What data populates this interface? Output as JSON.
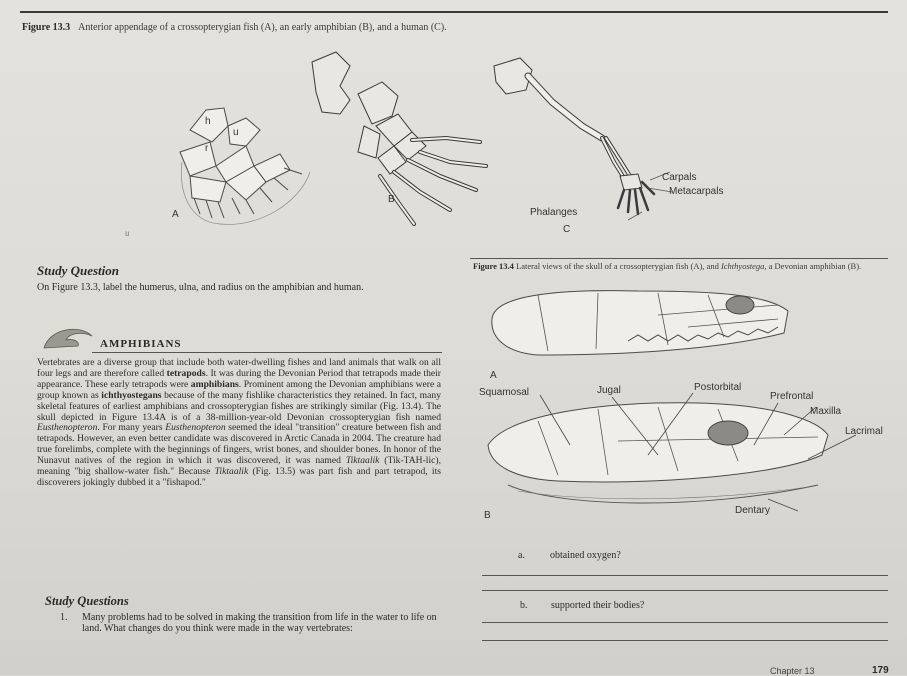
{
  "figure_13_3": {
    "number": "Figure 13.3",
    "caption": "Anterior appendage of a crossopterygian fish (A), an early amphibian (B), and a human (C).",
    "bone_letters": [
      "h",
      "u",
      "r"
    ],
    "labels": {
      "a": "A",
      "b": "B",
      "c": "C",
      "carpals": "Carpals",
      "metacarpals": "Metacarpals",
      "phalanges": "Phalanges"
    }
  },
  "pencil_mark": "u",
  "study_question": {
    "title": "Study Question",
    "text": "On Figure 13.3, label the humerus, ulna, and radius on the amphibian and human."
  },
  "amphibians": {
    "heading": "Amphibians",
    "paragraph": [
      {
        "t": "Vertebrates are a diverse group that include both water-dwelling fishes and land animals that walk on all four legs and are therefore called "
      },
      {
        "t": "tetrapods",
        "b": true
      },
      {
        "t": ". It was during the Devonian Period that tetrapods made their appearance. These early tetrapods were "
      },
      {
        "t": "amphibians",
        "b": true
      },
      {
        "t": ". Prominent among the Devonian amphibians were a group known as "
      },
      {
        "t": "ichthyostegans",
        "b": true
      },
      {
        "t": " because of the many fishlike characteristics they retained. In fact, many skeletal features of earliest amphibians and crossopterygian fishes are strikingly similar (Fig. 13.4). The skull depicted in Figure 13.4A is of a 38-million-year-old Devonian crossopterygian fish named "
      },
      {
        "t": "Eusthenopteron",
        "i": true
      },
      {
        "t": ". For many years "
      },
      {
        "t": "Eusthenopteron",
        "i": true
      },
      {
        "t": " seemed the ideal \"transition\" creature between fish and tetrapods. However, an even better candidate was discovered in Arctic Canada in 2004. The creature had true forelimbs, complete with the beginnings of fingers, wrist bones, and shoulder bones. In honor of the Nunavut natives of the region in which it was discovered, it was named "
      },
      {
        "t": "Tiktaalik",
        "i": true
      },
      {
        "t": " (Tik-TAH-lic), meaning \"big shallow-water fish.\" Because "
      },
      {
        "t": "Tiktaalik",
        "i": true
      },
      {
        "t": " (Fig. 13.5) was part fish and part tetrapod, its discoverers jokingly dubbed it a \"fishapod.\""
      }
    ]
  },
  "study_questions": {
    "title": "Study Questions",
    "q1_number": "1.",
    "q1_text": "Many problems had to be solved in making the transition from life in the water to life on land. What changes do you think were made in the way vertebrates:",
    "qa_letter": "a.",
    "qa_text": "obtained oxygen?",
    "qb_letter": "b.",
    "qb_text": "supported their bodies?"
  },
  "figure_13_4": {
    "number": "Figure 13.4",
    "caption_lead": "Lateral views of the skull of a crossopterygian fish (A), and ",
    "caption_genus": "Ichthyostega",
    "caption_tail": ", a Devonian amphibian (B).",
    "labels": {
      "a": "A",
      "b": "B",
      "squamosal": "Squamosal",
      "jugal": "Jugal",
      "postorbital": "Postorbital",
      "prefrontal": "Prefrontal",
      "maxilla": "Maxilla",
      "lacrimal": "Lacrimal",
      "dentary": "Dentary"
    }
  },
  "footer": {
    "chapter": "Chapter 13",
    "page": "179"
  }
}
